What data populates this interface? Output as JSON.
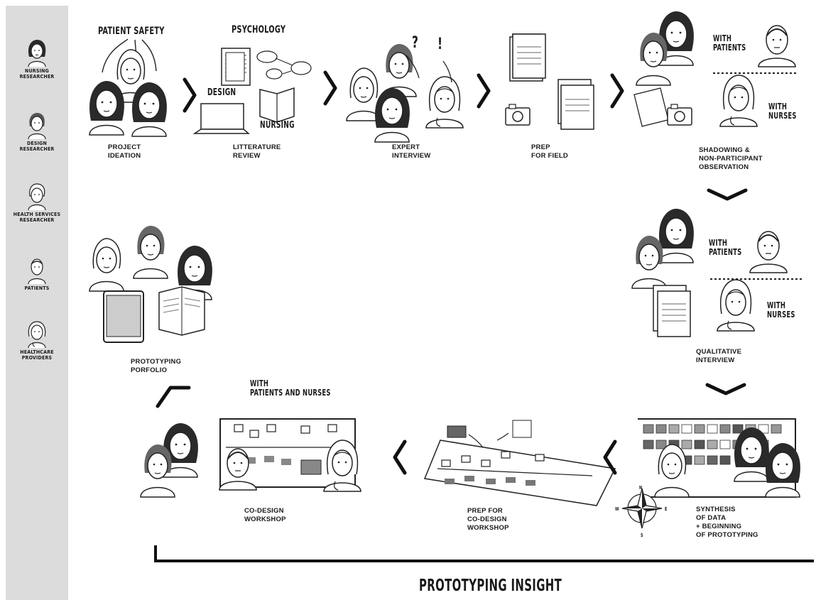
{
  "legend": [
    {
      "key": "nursing",
      "label": "NURSING\nRESEARCHER"
    },
    {
      "key": "design",
      "label": "DESIGN\nRESEARCHER"
    },
    {
      "key": "health",
      "label": "HEALTH SERVICES\nRESEARCHER"
    },
    {
      "key": "patients",
      "label": "PATIENTS"
    },
    {
      "key": "providers",
      "label": "HEALTHCARE\nPROVIDERS"
    }
  ],
  "steps": {
    "project_ideation": "PROJECT\nIDEATION",
    "literature_review": "LITTERATURE\nREVIEW",
    "expert_interview": "EXPERT\nINTERVIEW",
    "prep_field": "PREP\nFOR FIELD",
    "shadowing": "SHADOWING &\nNON-PARTICIPANT\nOBSERVATION",
    "qualitative_interview": "QUALITATIVE\nINTERVIEW",
    "synthesis": "SYNTHESIS\nOF DATA\n+ BEGINNING\nOF PROTOTYPING",
    "prep_codesign": "PREP FOR\nCO-DESIGN\nWORKSHOP",
    "codesign": "CO-DESIGN\nWORKSHOP",
    "portfolio": "PROTOTYPING\nPORFOLIO"
  },
  "hand_labels": {
    "patient_safety": "PATIENT SAFETY",
    "psychology": "PSYCHOLOGY",
    "design": "DESIGN",
    "nursing": "NURSING",
    "q_mark": "?",
    "excl_mark": "!",
    "with_patients_1": "WITH\nPATIENTS",
    "with_nurses_1": "WITH\nNURSES",
    "with_patients_2": "WITH\nPATIENTS",
    "with_nurses_2": "WITH\nNURSES",
    "with_patients_nurses": "WITH\nPATIENTS AND NURSES",
    "compass_n": "N",
    "compass_s": "S",
    "compass_e": "E",
    "compass_w": "W"
  },
  "bottom_title": "PROTOTYPING INSIGHT"
}
